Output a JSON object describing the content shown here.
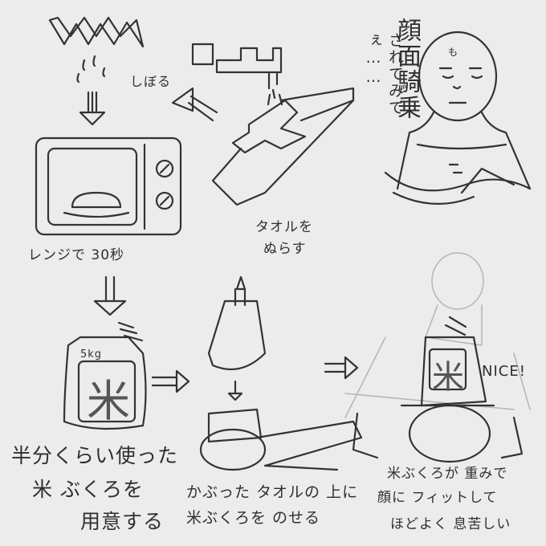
{
  "texts": {
    "wring": "しぼる",
    "microwave": "レンジで 30秒",
    "wet_towel_1": "タオルを",
    "wet_towel_2": "ぬらす",
    "bag_weight": "5kg",
    "bag_char": "米",
    "bag_char2": "米",
    "prepare_1": "半分くらい使った",
    "prepare_2": "米 ぶくろを",
    "prepare_3": "用意する",
    "place_1": "かぶった タオルの 上に",
    "place_2": "米ぶくろを のせる",
    "result_1": "米ぶくろが 重みで",
    "result_2": "顔に フィットして",
    "result_3": "ほどよく 息苦しい",
    "nice": "NICE!",
    "speech_1": "顔面騎乗",
    "speech_2": "されてみてぇ……",
    "forehead_mark": "も"
  },
  "colors": {
    "background": "#ececec",
    "ink": "#333333",
    "faint": "#b5b5b5"
  }
}
